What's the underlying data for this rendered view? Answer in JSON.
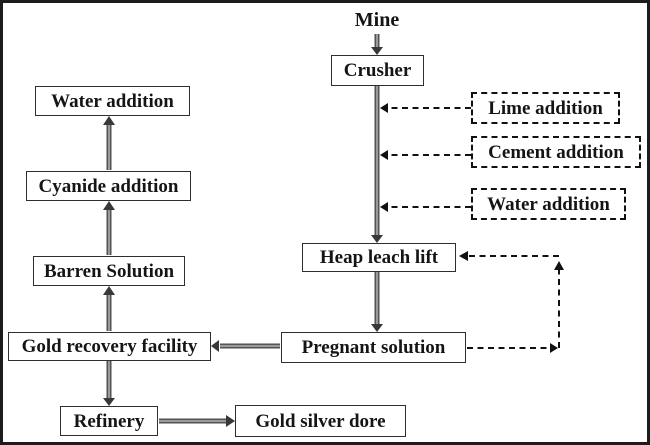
{
  "nodes": {
    "mine": {
      "label": "Mine",
      "shape": "plain-text"
    },
    "crusher": {
      "label": "Crusher",
      "shape": "solid-box"
    },
    "lime_addition": {
      "label": "Lime addition",
      "shape": "dashed-box"
    },
    "cement_addition": {
      "label": "Cement addition",
      "shape": "dashed-box"
    },
    "water_addition_right": {
      "label": "Water addition",
      "shape": "dashed-box"
    },
    "heap_leach_lift": {
      "label": "Heap leach lift",
      "shape": "solid-box"
    },
    "pregnant_solution": {
      "label": "Pregnant solution",
      "shape": "solid-box"
    },
    "gold_recovery_facility": {
      "label": "Gold recovery facility",
      "shape": "solid-box"
    },
    "barren_solution": {
      "label": "Barren Solution",
      "shape": "solid-box"
    },
    "cyanide_addition": {
      "label": "Cyanide addition",
      "shape": "solid-box"
    },
    "water_addition_left": {
      "label": "Water addition",
      "shape": "solid-box"
    },
    "refinery": {
      "label": "Refinery",
      "shape": "solid-box"
    },
    "gold_silver_dore": {
      "label": "Gold silver dore",
      "shape": "solid-box"
    }
  },
  "edges": [
    {
      "from": "Mine",
      "to": "Crusher",
      "style": "solid",
      "direction": "down"
    },
    {
      "from": "Crusher",
      "to": "Heap leach lift",
      "style": "solid",
      "direction": "down"
    },
    {
      "from": "Lime addition",
      "to": "Crusher-to-Heap leach lift line",
      "style": "dashed",
      "direction": "left"
    },
    {
      "from": "Cement addition",
      "to": "Crusher-to-Heap leach lift line",
      "style": "dashed",
      "direction": "left"
    },
    {
      "from": "Water addition (right)",
      "to": "Crusher-to-Heap leach lift line",
      "style": "dashed",
      "direction": "left"
    },
    {
      "from": "Heap leach lift",
      "to": "Pregnant solution",
      "style": "solid",
      "direction": "down"
    },
    {
      "from": "Pregnant solution",
      "to": "Gold recovery facility",
      "style": "solid",
      "direction": "left"
    },
    {
      "from": "Pregnant solution",
      "to": "Heap leach lift",
      "style": "dashed",
      "direction": "right-up-left",
      "note": "recycle loop"
    },
    {
      "from": "Gold recovery facility",
      "to": "Barren Solution",
      "style": "solid",
      "direction": "up"
    },
    {
      "from": "Barren Solution",
      "to": "Cyanide addition",
      "style": "solid",
      "direction": "up"
    },
    {
      "from": "Cyanide addition",
      "to": "Water addition (left)",
      "style": "solid",
      "direction": "up"
    },
    {
      "from": "Gold recovery facility",
      "to": "Refinery",
      "style": "solid",
      "direction": "down"
    },
    {
      "from": "Refinery",
      "to": "Gold silver dore",
      "style": "solid",
      "direction": "right"
    }
  ],
  "colors": {
    "frame_border": "#1c1c1c",
    "box_border": "#2e2e2e",
    "dashed_border": "#111111",
    "arrow_shaft_outer": "#4d4d4d",
    "arrow_shaft_inner": "#9a9a9a",
    "arrow_head": "#383838",
    "text": "#151515",
    "background": "#ffffff"
  }
}
